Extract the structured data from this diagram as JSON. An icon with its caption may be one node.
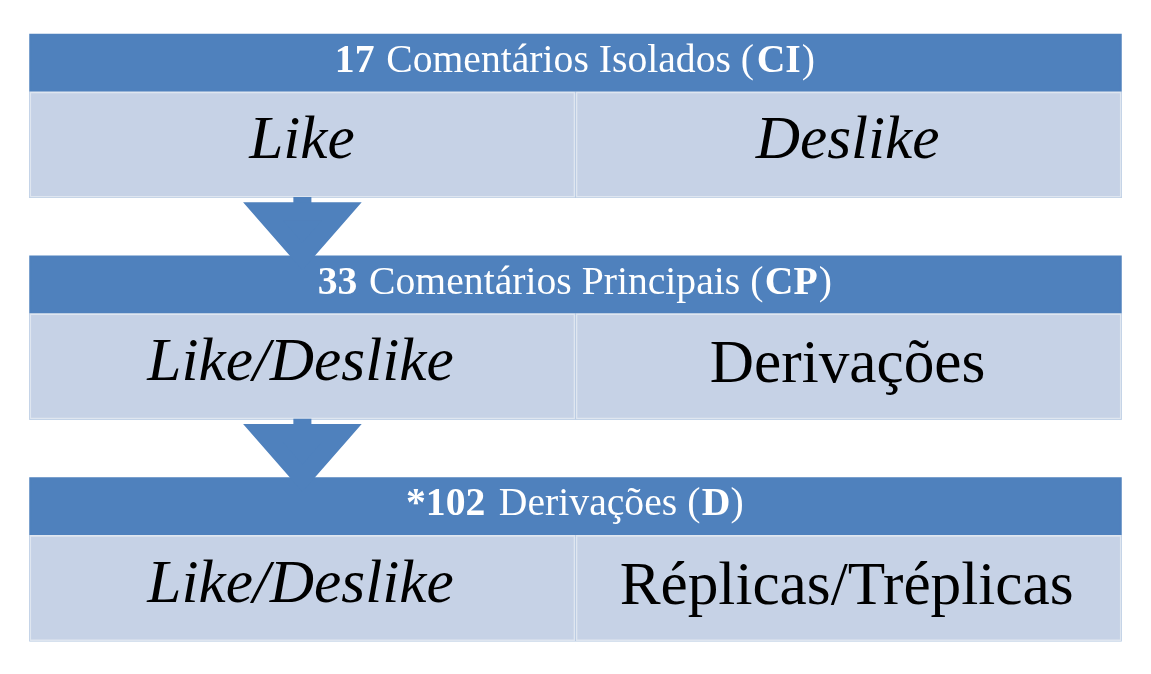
{
  "diagram": {
    "nodes": [
      {
        "text": [
          "**17** Comentários Isolados (**CI**)"
        ]
      },
      {
        "text": [
          "Like"
        ],
        "in": 0
      },
      {
        "text": [
          "Deslike"
        ],
        "in": 0
      },
      {
        "text": [
          "**33** Comentários Principais (**CP**)"
        ]
      },
      {
        "text": [
          "Like/Deslike"
        ],
        "in": 3
      },
      {
        "text": [
          "Derivações"
        ],
        "in": 3
      },
      {
        "text": [
          "***102** Derivações (**D**)"
        ]
      },
      {
        "text": [
          "Like/Deslike"
        ],
        "in": 6
      },
      {
        "text": [
          "Réplicas/Tréplicas"
        ],
        "in": 6
      }
    ],
    "edges": [
      {
        "from": 0,
        "to": 3,
        "arrow": "to"
      },
      {
        "from": 3,
        "to": 6,
        "arrow": "to"
      }
    ]
  }
}
